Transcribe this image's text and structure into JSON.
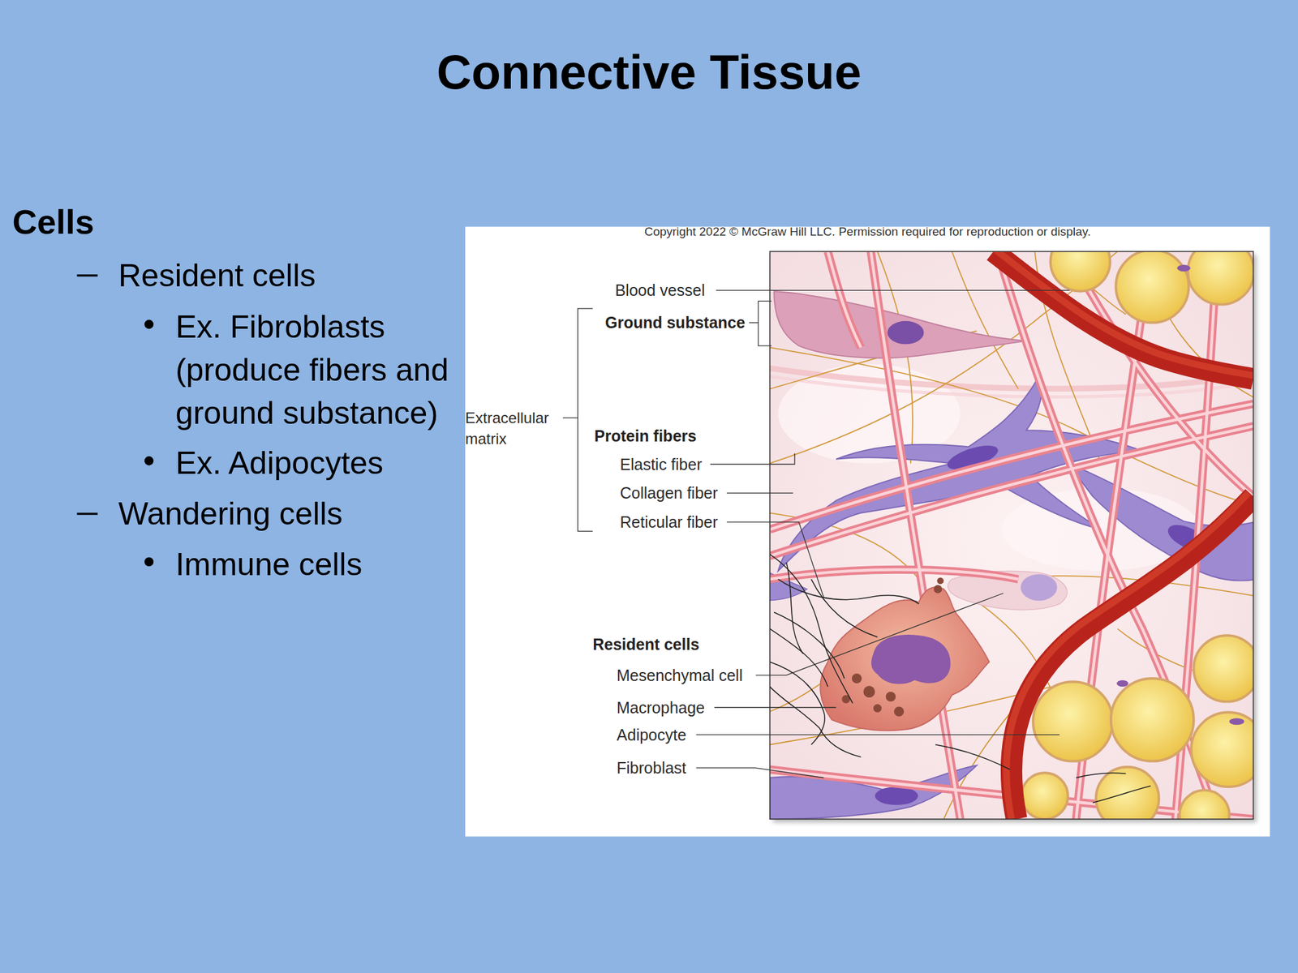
{
  "diagram": {
    "title": "Connective Tissue",
    "labels": [
      "Cells",
      "Resident cells",
      "Ex. Fibroblasts (produce fibers and ground substance)",
      "Ex. Adipocytes",
      "Wandering cells",
      "Immune cells",
      "Copyright 2022 © McGraw Hill LLC. Permission required for reproduction or display.",
      "Blood vessel",
      "Ground substance",
      "Extracellular matrix",
      "Protein fibers",
      "Elastic fiber",
      "Collagen fiber",
      "Reticular fiber",
      "Resident cells",
      "Mesenchymal cell",
      "Macrophage",
      "Adipocyte",
      "Fibroblast"
    ]
  }
}
